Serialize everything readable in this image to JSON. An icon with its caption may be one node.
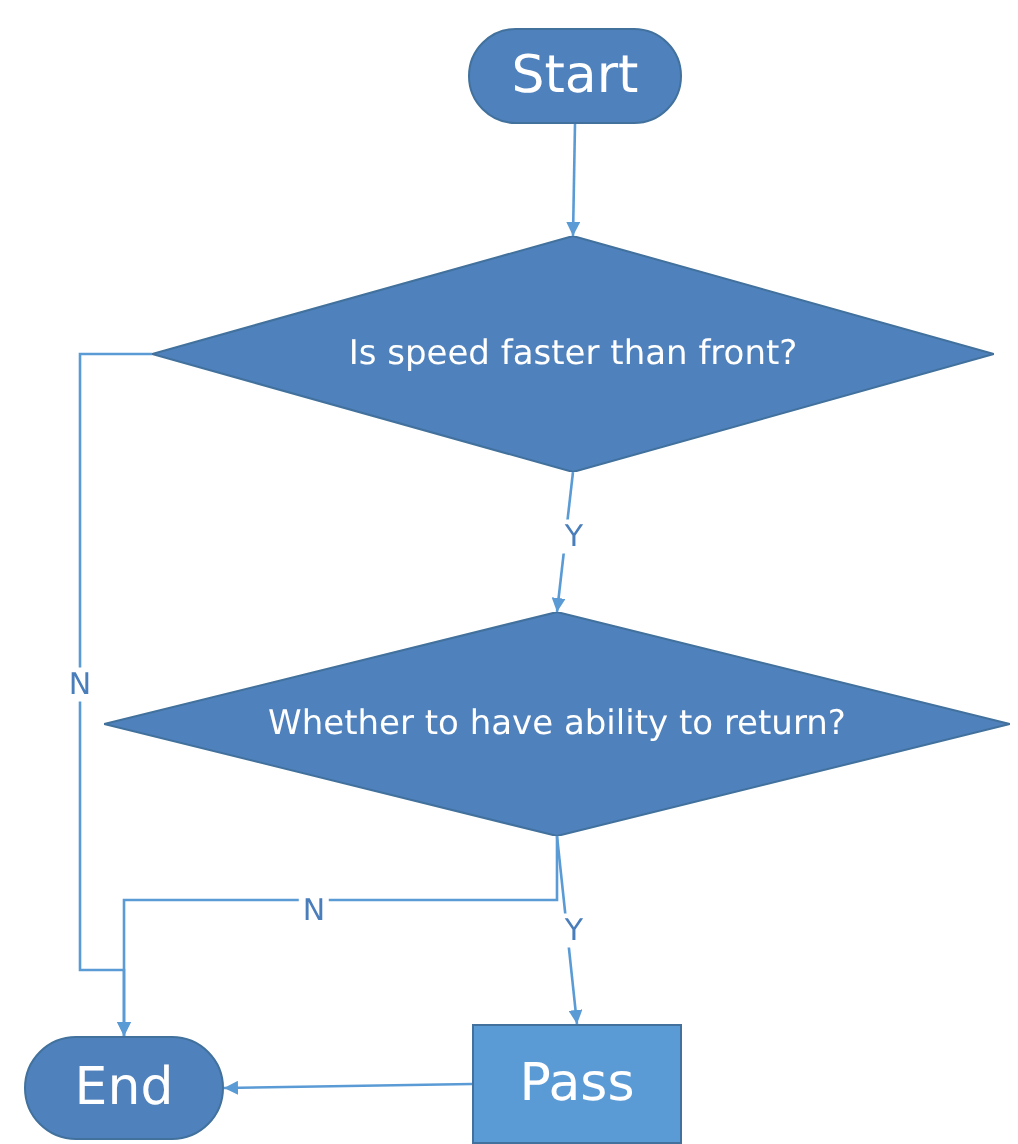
{
  "diagram": {
    "nodes": [
      {
        "text": [
          "Start"
        ]
      },
      {
        "text": [
          "Is speed faster than front?"
        ]
      },
      {
        "text": [
          "Whether to have ability to return?"
        ]
      },
      {
        "text": [
          "End"
        ]
      },
      {
        "text": [
          "Pass"
        ]
      }
    ],
    "edges": [
      {
        "from": 0,
        "to": 1,
        "arrow": "to"
      },
      {
        "from": 1,
        "to": 2,
        "arrow": "to",
        "label": "Y"
      },
      {
        "from": 1,
        "to": 3,
        "arrow": "to",
        "label": "N"
      },
      {
        "from": 2,
        "to": 3,
        "arrow": "to",
        "label": "N"
      },
      {
        "from": 2,
        "to": 4,
        "arrow": "to",
        "label": "Y"
      },
      {
        "from": 4,
        "to": 3,
        "arrow": "to"
      }
    ]
  }
}
